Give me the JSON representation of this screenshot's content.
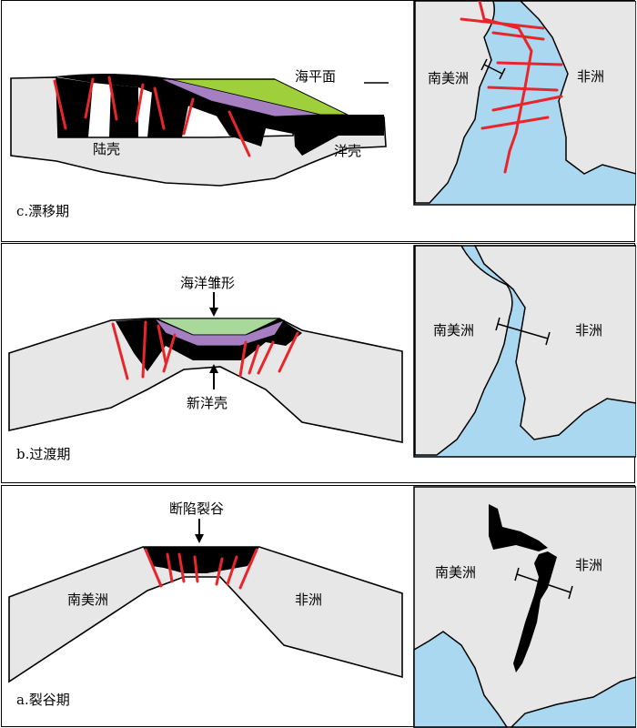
{
  "panel_c": {
    "stage": "c.漂移期",
    "sea_level": "海平面",
    "continental_crust": "陆壳",
    "oceanic_crust": "洋壳",
    "map_left": "南美洲",
    "map_right": "非洲"
  },
  "panel_b": {
    "stage": "b.过渡期",
    "ocean_wedge": "海洋雏形",
    "new_oceanic_crust": "新洋壳",
    "map_left": "南美洲",
    "map_right": "非洲"
  },
  "panel_a": {
    "stage": "a.裂谷期",
    "rift_valley": "断陷裂谷",
    "section_left": "南美洲",
    "section_right": "非洲",
    "map_left": "南美洲",
    "map_right": "非洲"
  },
  "colors": {
    "crust": "#e8e7e8",
    "sediment": "#000000",
    "fault": "#e8262a",
    "ocean": "#a9d8f0",
    "green_layer": "#9fd03c",
    "pale_green_layer": "#a8d99a",
    "purple_layer": "#a57fc1"
  }
}
